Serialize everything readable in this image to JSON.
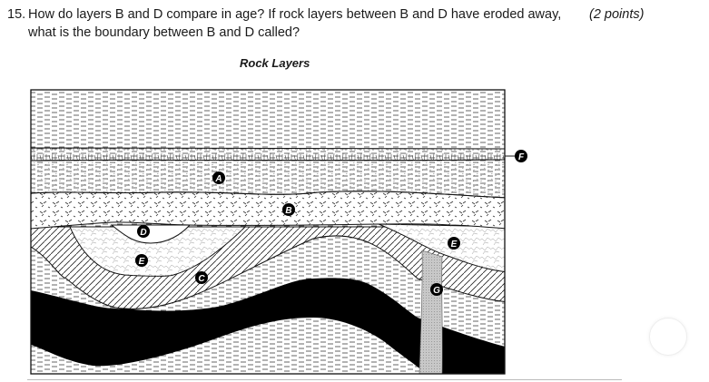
{
  "question": {
    "number": "15.",
    "line1": "How do layers B and D compare in age? If rock layers between B and D have eroded away,",
    "line2": "what is the boundary between B and D called?",
    "points": "(2 points)"
  },
  "figure": {
    "title": "Rock Layers",
    "labels": {
      "A": "A",
      "B": "B",
      "C": "C",
      "D": "D",
      "E1": "E",
      "E2": "E",
      "F": "F",
      "G": "G"
    }
  }
}
